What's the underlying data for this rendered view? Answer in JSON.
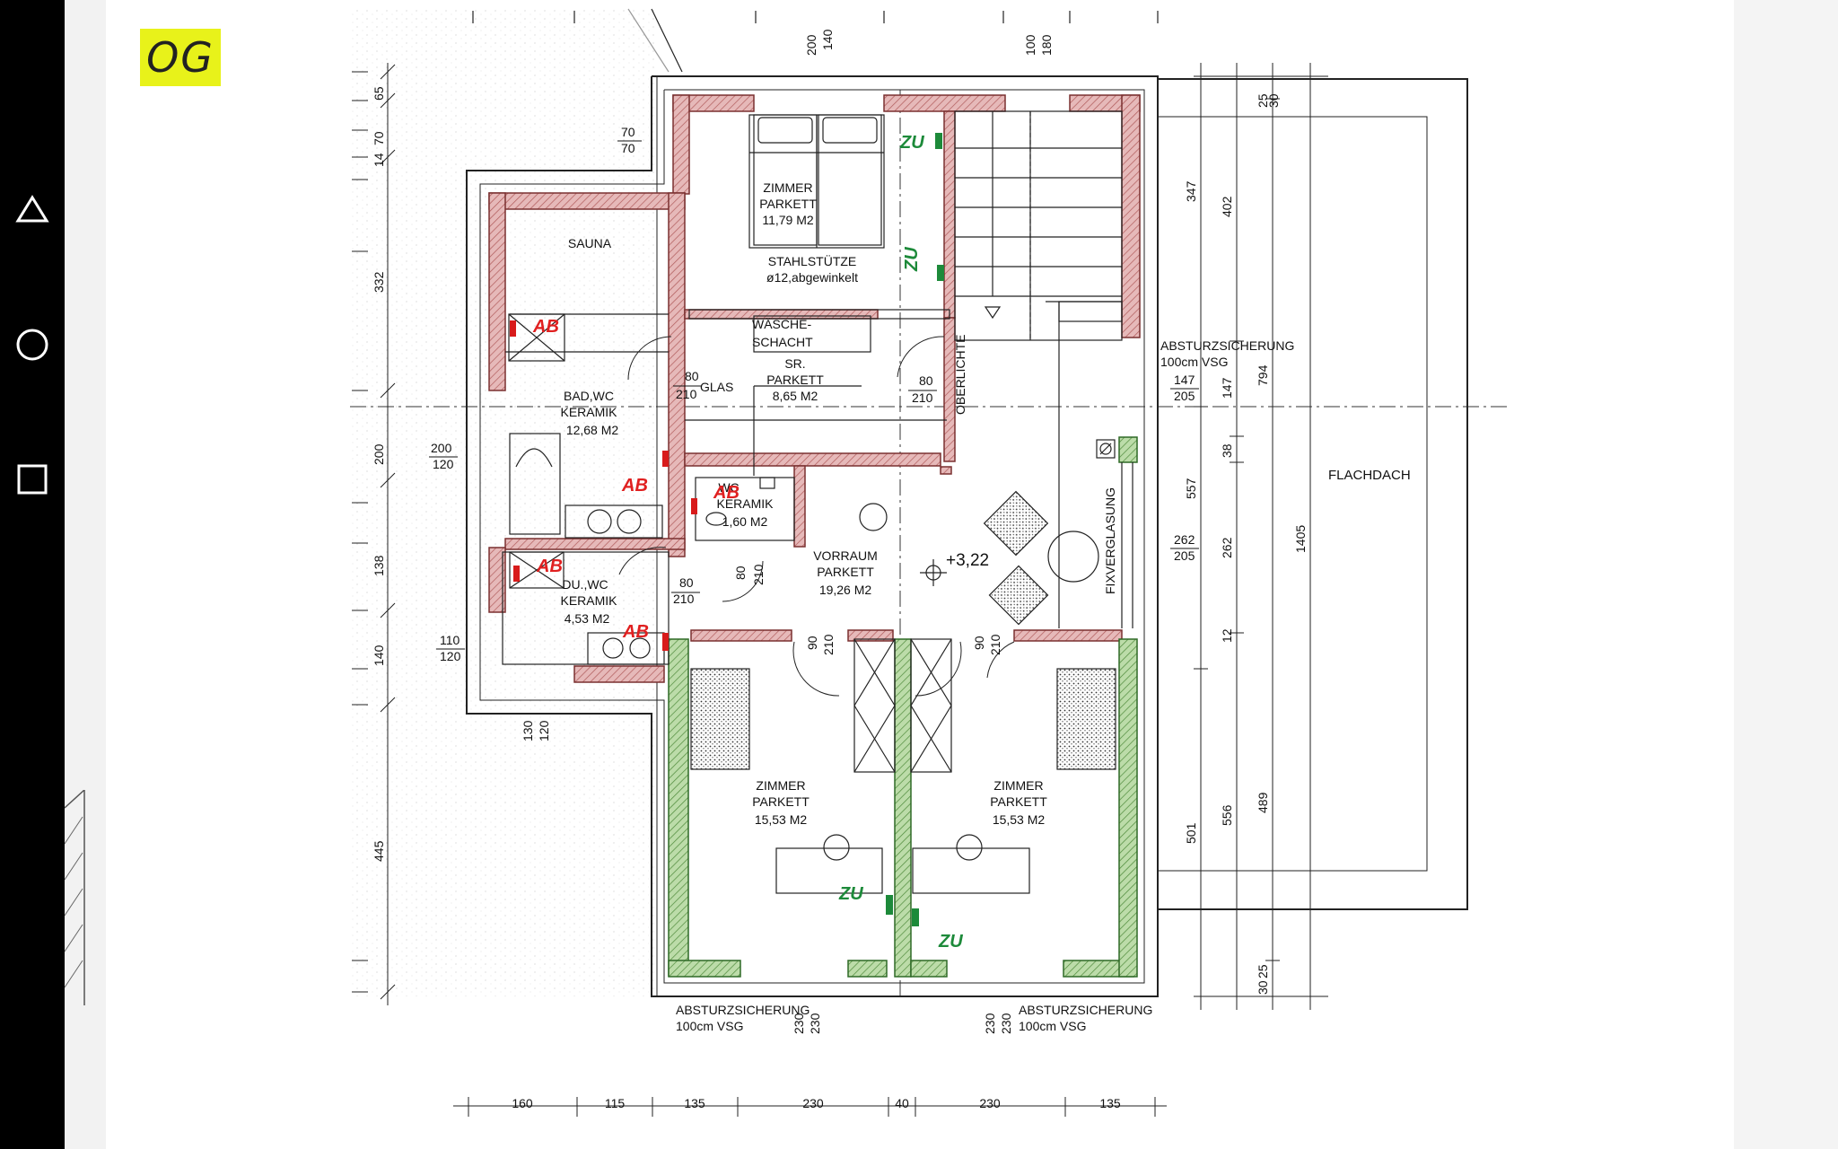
{
  "floor_tag": "OG",
  "rooms": {
    "zimmer_top": {
      "name": "ZIMMER",
      "floor": "PARKETT",
      "area": "11,79  M2"
    },
    "sauna": {
      "name": "SAUNA"
    },
    "stahlstuetze": {
      "line1": "STAHLSTÜTZE",
      "line2": "ø12,abgewinkelt"
    },
    "waesche": {
      "line1": "WÄSCHE-",
      "line2": "SCHACHT"
    },
    "sr": {
      "name": "SR.",
      "floor": "PARKETT",
      "area": "8,65  M2"
    },
    "bad": {
      "name": "BAD,WC",
      "floor": "KERAMIK",
      "area": "12,68  M2"
    },
    "wc": {
      "name": "WC",
      "floor": "KERAMIK",
      "area": "1,60  M2"
    },
    "vorraum": {
      "name": "VORRAUM",
      "floor": "PARKETT",
      "area": "19,26  M2"
    },
    "du": {
      "name": "DU.,WC",
      "floor": "KERAMIK",
      "area": "4,53  M2"
    },
    "zimmer_left": {
      "name": "ZIMMER",
      "floor": "PARKETT",
      "area": "15,53  M2"
    },
    "zimmer_right": {
      "name": "ZIMMER",
      "floor": "PARKETT",
      "area": "15,53  M2"
    }
  },
  "labels": {
    "glas": "GLAS",
    "oberlichte": "OBERLICHTE",
    "fixverglasung": "FIXVERGLASUNG",
    "flachdach": "FLACHDACH",
    "level": "+3,22",
    "absturz": "ABSTURZSICHERUNG",
    "vsg": "100cm  VSG"
  },
  "doors": {
    "d1": [
      "80",
      "210"
    ],
    "d2": [
      "80",
      "210"
    ],
    "d3": [
      "80",
      "210"
    ],
    "d4": [
      "80",
      "210"
    ],
    "d5": [
      "90",
      "210"
    ],
    "d6": [
      "90",
      "210"
    ]
  },
  "windows": {
    "w1": [
      "70",
      "70"
    ],
    "w2": [
      "200",
      "120"
    ],
    "w3": [
      "110",
      "120"
    ],
    "w4": [
      "130",
      "120"
    ],
    "w5": [
      "200",
      "140"
    ],
    "w6": [
      "100",
      "180"
    ],
    "w7": [
      "147",
      "205"
    ],
    "w8": [
      "262",
      "205"
    ],
    "w9": [
      "230",
      "230"
    ],
    "w10": [
      "230",
      "230"
    ]
  },
  "dims_left": [
    "65",
    "70",
    "14",
    "332",
    "200",
    "138",
    "140",
    "445"
  ],
  "dims_right_a": [
    "347",
    "557",
    "501"
  ],
  "dims_right_b": [
    "402",
    "147",
    "38",
    "262",
    "12",
    "556"
  ],
  "dims_right_c": [
    "25",
    "30",
    "794",
    "489",
    "25",
    "30"
  ],
  "dims_right_d": [
    "1405"
  ],
  "dims_bottom": [
    "160",
    "115",
    "135",
    "230",
    "40",
    "230",
    "135"
  ],
  "annotations": {
    "ab": "AB",
    "zu": "ZU"
  },
  "colors": {
    "wall_red": "#d9a5a5",
    "wall_green": "#a9cf95",
    "annot_red": "#e02020",
    "annot_green": "#1d8a3a",
    "highlight": "#e8f21a"
  }
}
